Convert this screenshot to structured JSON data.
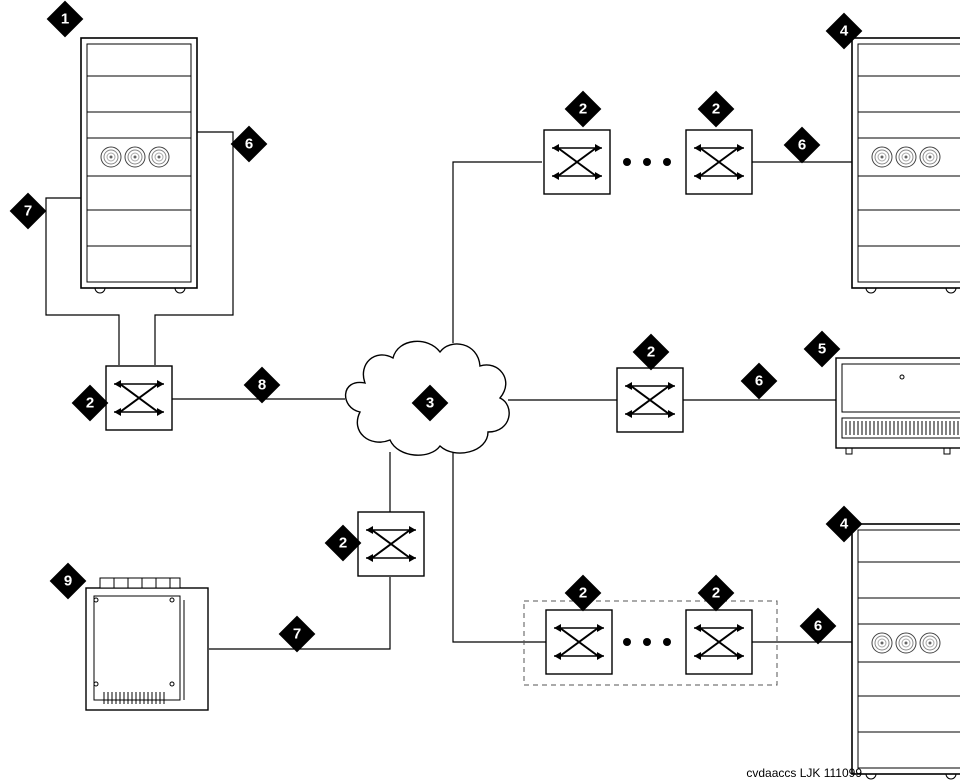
{
  "caption": "cvdaaccs LJK 111099",
  "callouts": {
    "server_left": "1",
    "switch_left": "2",
    "network": "3",
    "server_top_right": "4",
    "server_bottom_right": "4",
    "storage_mid_right": "5",
    "link_server_switch": "6",
    "link_server_switch_left": "7",
    "isl": "8",
    "storage_left": "9",
    "switch_top_a": "2",
    "switch_top_b": "2",
    "switch_mid": "2",
    "switch_bottom": "2",
    "switch_bot_a": "2",
    "switch_bot_b": "2",
    "link_top": "6",
    "link_mid": "6",
    "link_bot": "6",
    "link_storage_left": "7"
  },
  "colors": {
    "line": "#000000",
    "badge": "#000000",
    "badge_text": "#ffffff",
    "background": "#ffffff"
  },
  "icons": [
    "server-tower-icon",
    "fibre-switch-icon",
    "network-cloud-icon",
    "storage-array-icon",
    "tape-library-icon",
    "callout-diamond-icon"
  ]
}
